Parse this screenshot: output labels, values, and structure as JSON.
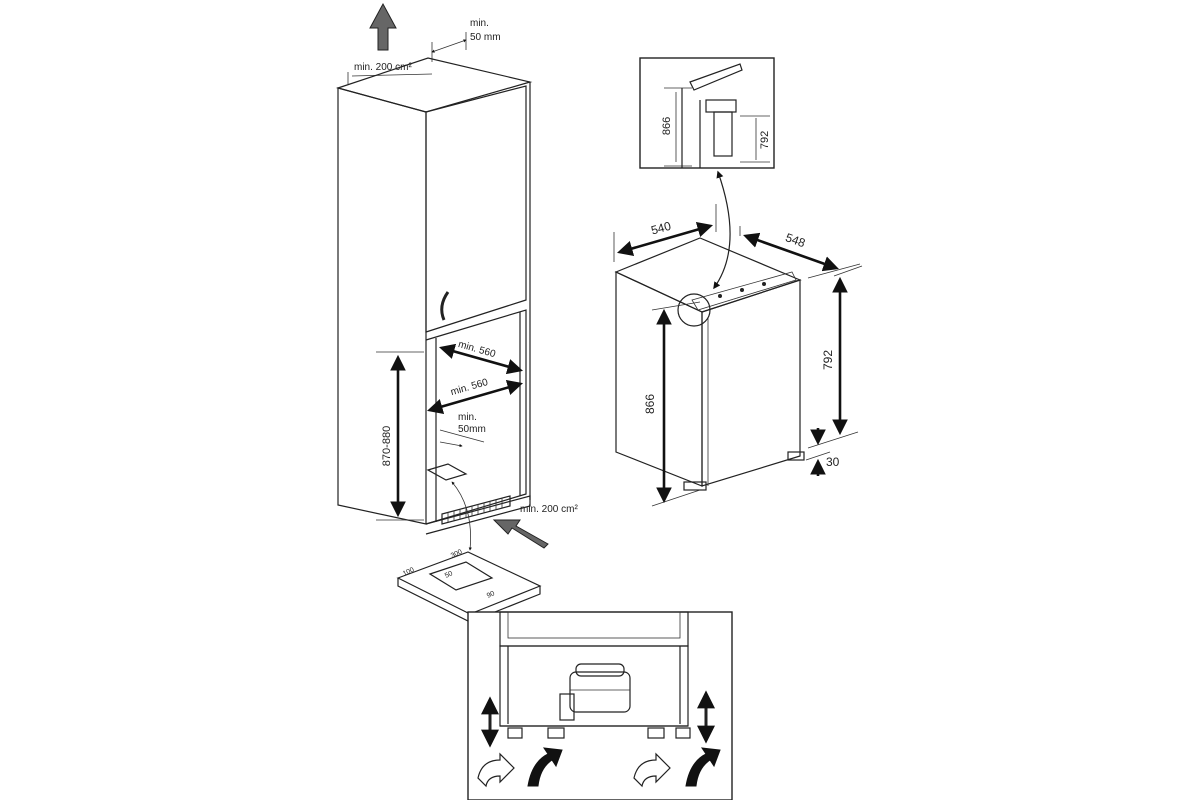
{
  "colors": {
    "line": "#222222",
    "background": "#ffffff",
    "arrow_fill": "#555555",
    "arrow_outline_fill": "#ffffff"
  },
  "icons": [
    "up-arrow-icon",
    "inlet-arrow-icon",
    "curved-arrow-icon",
    "vertical-double-arrow-icon",
    "curl-arrow-icon"
  ],
  "cabinet": {
    "top_vent": "min. 200 cm²",
    "rear_gap": "min.\n50 mm",
    "niche_height": "870-880",
    "niche_depth_top": "min. 560",
    "niche_depth_bottom": "min. 560",
    "bottom_gap": "min.\n50mm",
    "bottom_vent": "min. 200 cm²"
  },
  "floor_template": {
    "labels": [
      "100",
      "50",
      "300",
      "90"
    ]
  },
  "appliance": {
    "width": "540",
    "depth": "548",
    "height_left": "866",
    "height_right": "792",
    "foot": "30"
  },
  "detail": {
    "height_left": "866",
    "height_right": "792"
  }
}
